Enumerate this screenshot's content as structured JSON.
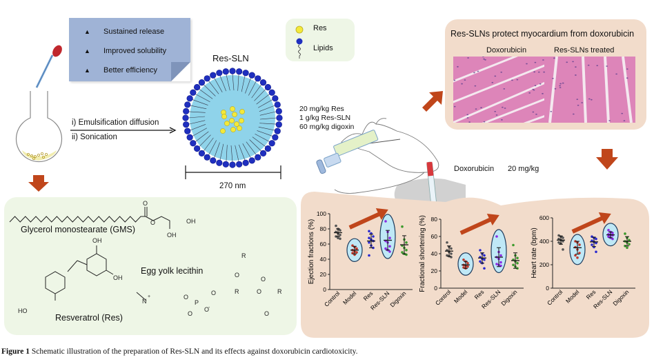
{
  "notes": {
    "items": [
      "Sustained release",
      "Improved solubility",
      "Better efficiency"
    ],
    "bullet_icon": "triangle-up-icon"
  },
  "legend": {
    "res_label": "Res",
    "lipids_label": "Lipids"
  },
  "process": {
    "step1": "i) Emulsification diffusion",
    "step2": "ii) Sonication"
  },
  "particle": {
    "title": "Res-SLN",
    "size_label": "270 nm"
  },
  "dosing": {
    "lines": [
      "20 mg/kg Res",
      "1 g/kg Res-SLN",
      "60 mg/kg digoxin"
    ],
    "doxorubicin_label": "Doxorubicin",
    "doxorubicin_dose": "20 mg/kg"
  },
  "histology": {
    "title": "Res-SLNs protect myocardium from doxorubicin",
    "left_label": "Doxorubicin",
    "right_label": "Res-SLNs treated"
  },
  "chemistry": {
    "gms_label": "Glycerol monostearate (GMS)",
    "res_label": "Resveratrol (Res)",
    "lecithin_label": "Egg yolk lecithin",
    "atoms": {
      "O": "O",
      "OH": "OH",
      "HO": "HO",
      "R": "R",
      "N": "N",
      "P": "P",
      "plus": "+",
      "minus": "-"
    }
  },
  "colors": {
    "arrow": "#c0461b",
    "lipid_head": "#1f2fbf",
    "res_dot": "#f3e93a",
    "core": "#8fd3ea",
    "note_bg": "#9fb3d6",
    "green_bg": "#eef6e6",
    "peach_bg": "#f2dccb",
    "highlight": "#bfe8f6"
  },
  "chart_data": [
    {
      "type": "scatter",
      "title": "",
      "ylabel": "Ejection fractions (%)",
      "xlabel": "",
      "categories": [
        "Control",
        "Model",
        "Res",
        "Res-SLN",
        "Digoxin"
      ],
      "ylim": [
        0,
        100
      ],
      "yticks": [
        0,
        20,
        40,
        60,
        80,
        100
      ],
      "means": [
        75,
        52,
        64,
        65,
        59
      ],
      "sd": [
        5,
        5,
        9,
        13,
        12
      ],
      "points": [
        [
          84,
          80,
          78,
          76,
          74,
          72,
          70,
          68,
          67
        ],
        [
          58,
          56,
          54,
          52,
          50,
          49,
          48,
          46
        ],
        [
          77,
          74,
          70,
          68,
          66,
          64,
          62,
          58,
          55,
          45
        ],
        [
          90,
          76,
          68,
          64,
          62,
          57,
          54,
          52,
          50
        ],
        [
          83,
          66,
          62,
          58,
          55,
          52,
          49,
          47,
          46
        ]
      ],
      "highlighted": [
        "Model",
        "Res-SLN"
      ],
      "series_colors": [
        "#555555",
        "#c0392b",
        "#2a2ad0",
        "#8a2be2",
        "#3c9a2c"
      ]
    },
    {
      "type": "scatter",
      "title": "",
      "ylabel": "Fractional shortening (%)",
      "xlabel": "",
      "categories": [
        "Control",
        "Model",
        "Res",
        "Res-SLN",
        "Digoxin"
      ],
      "ylim": [
        0,
        80
      ],
      "yticks": [
        0,
        20,
        40,
        60,
        80
      ],
      "means": [
        43,
        27,
        35,
        36,
        32
      ],
      "sd": [
        6,
        4,
        6,
        11,
        9
      ],
      "points": [
        [
          53,
          48,
          46,
          44,
          42,
          40,
          38,
          37,
          36
        ],
        [
          33,
          31,
          29,
          27,
          26,
          25,
          24,
          23
        ],
        [
          44,
          40,
          38,
          36,
          34,
          33,
          31,
          29,
          23
        ],
        [
          60,
          42,
          38,
          36,
          34,
          30,
          28,
          27,
          26
        ],
        [
          50,
          38,
          35,
          33,
          31,
          29,
          27,
          25,
          23
        ]
      ],
      "highlighted": [
        "Model",
        "Res-SLN"
      ],
      "series_colors": [
        "#555555",
        "#c0392b",
        "#2a2ad0",
        "#8a2be2",
        "#3c9a2c"
      ]
    },
    {
      "type": "scatter",
      "title": "",
      "ylabel": "Heart rate (bpm)",
      "xlabel": "",
      "categories": [
        "Control",
        "Model",
        "Res",
        "Res-SLN",
        "Digoxin"
      ],
      "ylim": [
        0,
        600
      ],
      "yticks": [
        0,
        200,
        400,
        600
      ],
      "means": [
        410,
        345,
        395,
        455,
        400
      ],
      "sd": [
        35,
        55,
        40,
        25,
        40
      ],
      "points": [
        [
          450,
          440,
          430,
          420,
          410,
          400,
          390,
          380,
          330
        ],
        [
          400,
          390,
          370,
          350,
          330,
          300,
          280,
          260
        ],
        [
          440,
          430,
          420,
          405,
          395,
          385,
          370,
          350,
          310
        ],
        [
          495,
          480,
          470,
          460,
          455,
          450,
          440,
          430,
          420
        ],
        [
          465,
          430,
          410,
          400,
          390,
          375,
          360,
          345
        ]
      ],
      "highlighted": [
        "Model",
        "Res-SLN"
      ],
      "series_colors": [
        "#555555",
        "#c0392b",
        "#2a2ad0",
        "#8a2be2",
        "#3c9a2c"
      ]
    }
  ],
  "caption": {
    "label": "Figure 1",
    "text": " Schematic illustration of the preparation of Res-SLN and its effects against doxorubicin cardiotoxicity."
  }
}
